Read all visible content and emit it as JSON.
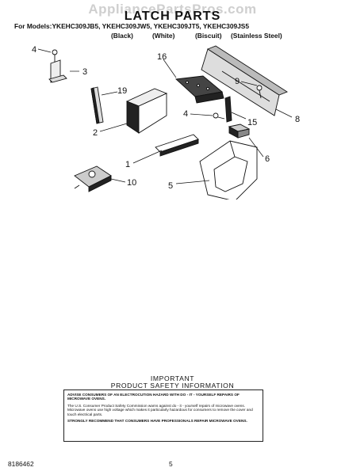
{
  "watermark": "AppliancePartsPros.com",
  "title": "LATCH PARTS",
  "models_line": "For Models:YKEHC309JB5, YKEHC309JW5, YKEHC309JT5, YKEHC309JS5",
  "finishes": [
    "(Black)",
    "(White)",
    "(Biscuit)",
    "(Stainless Steel)"
  ],
  "callouts": [
    "4",
    "3",
    "16",
    "9",
    "19",
    "2",
    "4",
    "15",
    "8",
    "1",
    "6",
    "5",
    "10"
  ],
  "safety": {
    "heading_1": "IMPORTANT",
    "heading_2": "PRODUCT   SAFETY   INFORMATION",
    "para_1": "ADVISE CONSUMERS OF AN ELECTROCUTION HAZARD WITH DO - IT - YOURSELF REPAIRS OF MICROWAVE OVENS.",
    "para_2": "The U.S. Consumer Product Safety Commission warns against do - it - yourself repairs of microwave ovens. Microwave ovens use high voltage which makes it particularly hazardous for consumers to remove the cover and touch electrical parts.",
    "para_3": "STRONGLY RECOMMEND THAT CONSUMERS HAVE PROFESSIONALS REPAIR MICROWAVE OVENS."
  },
  "doc_number": "8186462",
  "page_number": "5"
}
